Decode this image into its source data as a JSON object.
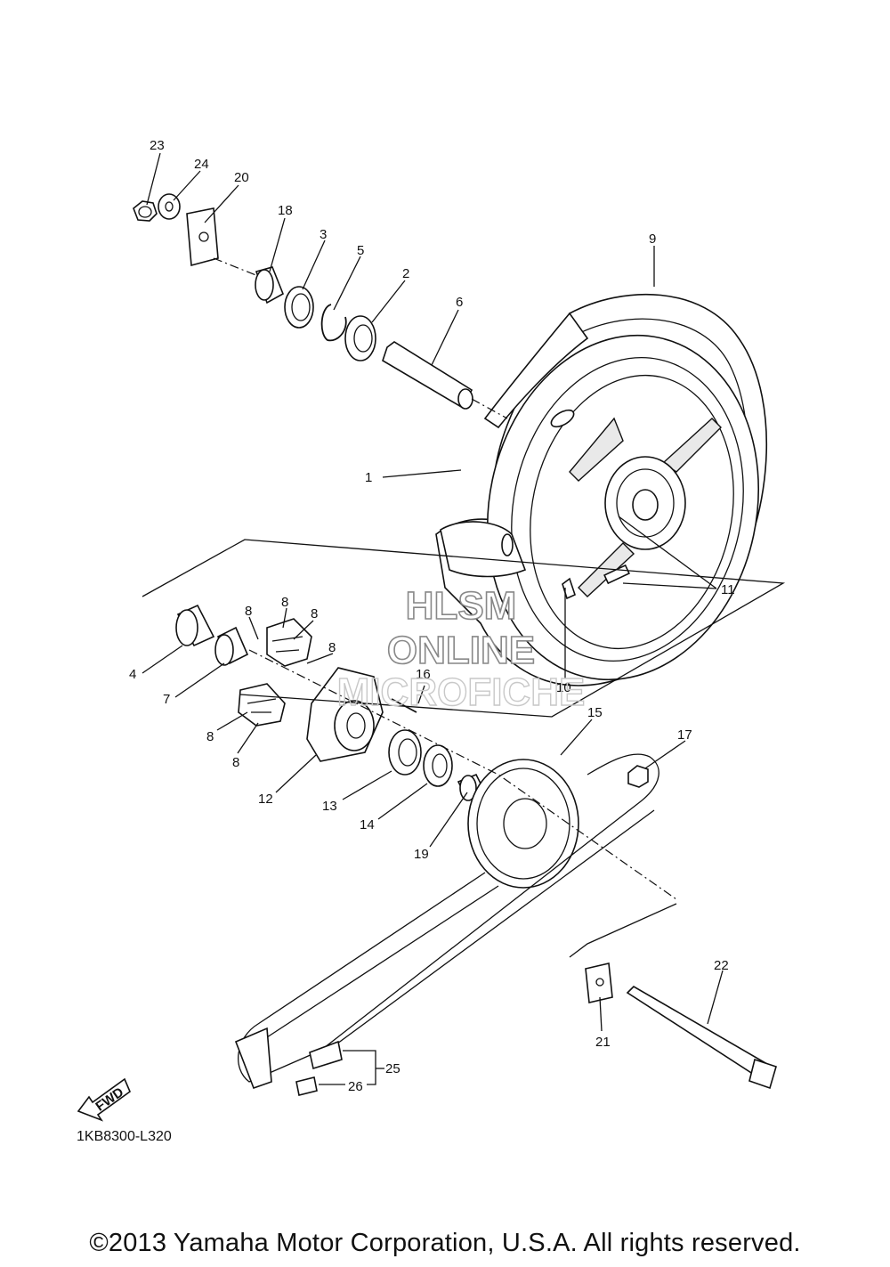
{
  "diagram": {
    "callouts": [
      "1",
      "2",
      "3",
      "4",
      "5",
      "6",
      "7",
      "8",
      "8",
      "8",
      "8",
      "8",
      "8",
      "9",
      "10",
      "11",
      "12",
      "13",
      "14",
      "15",
      "16",
      "17",
      "18",
      "19",
      "20",
      "21",
      "22",
      "23",
      "24",
      "25",
      "26"
    ],
    "fwd_label": "FWD",
    "drawing_code": "1KB8300-L320",
    "watermark": [
      "HLSM",
      "ONLINE",
      "MICROFICHE"
    ],
    "copyright": "©2013 Yamaha Motor Corporation, U.S.A. All rights reserved."
  }
}
